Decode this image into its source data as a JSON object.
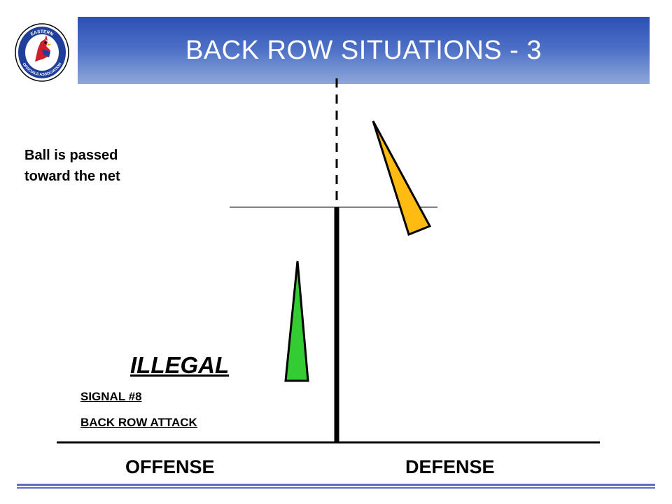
{
  "slide": {
    "title": "BACK ROW SITUATIONS - 3",
    "caption_line1": "Ball is passed",
    "caption_line2": "toward the net",
    "verdict": "ILLEGAL",
    "signal": "SIGNAL #8",
    "infraction": "BACK ROW ATTACK",
    "offense_label": "OFFENSE",
    "defense_label": "DEFENSE"
  },
  "logo": {
    "icon": "cardinal-bird-icon",
    "top_text": "EASTERN",
    "bottom_text": "OFFICIALS ASSOCIATION"
  },
  "colors": {
    "title_bar_top": "#2b4fb4",
    "title_bar_bottom": "#8ea7d9",
    "offense_player": "#33cc33",
    "defense_player": "#ffbb11",
    "footer_rule": "#5c6fc0",
    "logo_ring": "#1f3f9a",
    "logo_bird": "#cc1f2a"
  }
}
